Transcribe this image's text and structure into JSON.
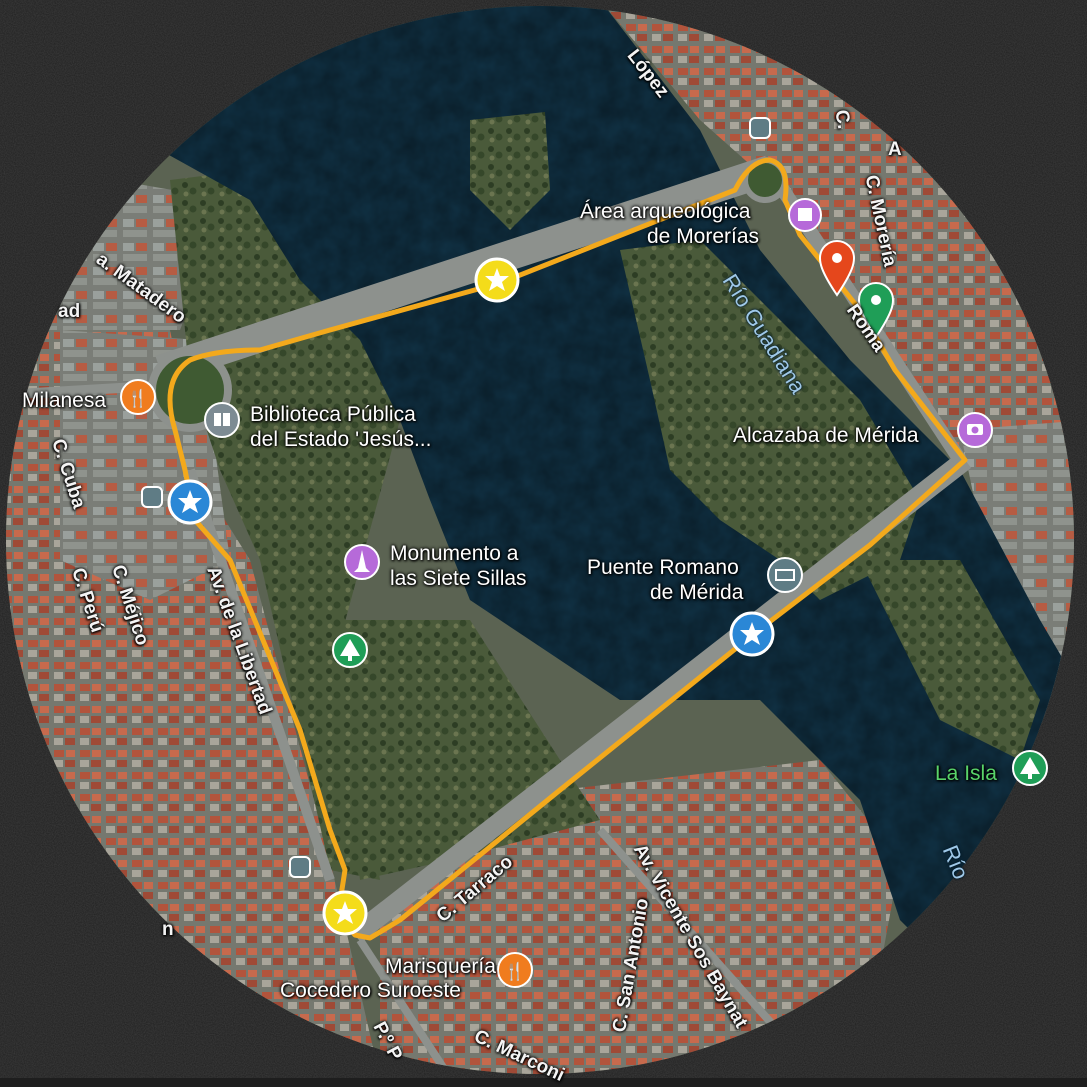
{
  "map": {
    "colors": {
      "route": "#f3a91c",
      "water": "#0f3145",
      "park": "#3a5230",
      "urban": "#6a6e69",
      "roof": "#b6583f",
      "star_yellow": "#f4dc1a",
      "star_blue": "#2a87d6",
      "restaurant": "#f07c1e",
      "attraction": "#b66ad9",
      "park_poi": "#1f9e57",
      "bridge_poi": "#5f7c85",
      "library_poi": "#7d8b93",
      "red_pin": "#e5471c",
      "green_pin": "#1f9e57"
    },
    "places": {
      "area_arq_1": "Área arqueológica",
      "area_arq_2": "de Morerías",
      "biblioteca_1": "Biblioteca Pública",
      "biblioteca_2": "del Estado 'Jesús...",
      "monumento_1": "Monumento a",
      "monumento_2": "las Siete Sillas",
      "puente_1": "Puente Romano",
      "puente_2": "de Mérida",
      "alcazaba": "Alcazaba de Mérida",
      "la_isla": "La Isla",
      "marisqueria_1": "Marisquería",
      "marisqueria_2": "Cocedero Suroeste",
      "milanesa": "Milanesa"
    },
    "streets": {
      "lopez": "López",
      "matadero": "a. Matadero",
      "ad": "ad",
      "c_cuba": "C. Cuba",
      "c_peru": "C. Perú",
      "c_mejico": "C. Méjico",
      "av_libertad": "Av. de la Libertad",
      "c_moreria": "C. Morería",
      "roma": "Roma",
      "c_tarraco": "C. Tarraco",
      "c_san_antonio": "C. San Antonio",
      "av_vicente": "Av. Vicente Sos Baynat",
      "c_marconi": "C. Marconi",
      "p_p": "P.º P",
      "rio_guadiana": "Río Guadiana",
      "rio_edge": "Río",
      "a_edge": "A",
      "c_edge": "C.",
      "n_edge": "n"
    }
  }
}
